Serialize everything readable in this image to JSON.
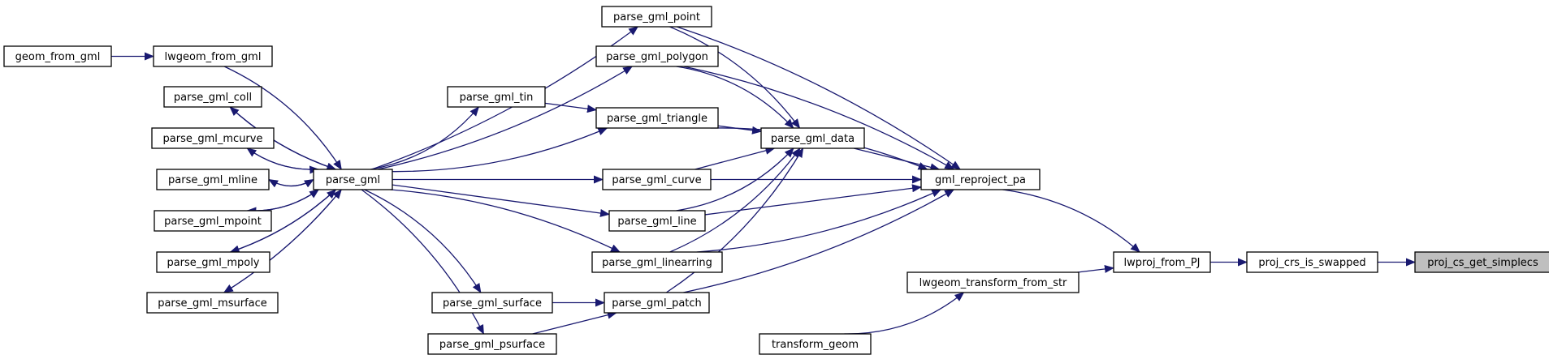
{
  "nodes": [
    {
      "id": "proj_cs_get_simplecs",
      "label": "proj_cs_get_simplecs",
      "highlight": true
    },
    {
      "id": "proj_crs_is_swapped",
      "label": "proj_crs_is_swapped"
    },
    {
      "id": "lwproj_from_PJ",
      "label": "lwproj_from_PJ"
    },
    {
      "id": "gml_reproject_pa",
      "label": "gml_reproject_pa"
    },
    {
      "id": "lwgeom_transform_from_str",
      "label": "lwgeom_transform_from_str"
    },
    {
      "id": "transform_geom",
      "label": "transform_geom"
    },
    {
      "id": "parse_gml_point",
      "label": "parse_gml_point"
    },
    {
      "id": "parse_gml_polygon",
      "label": "parse_gml_polygon"
    },
    {
      "id": "parse_gml_triangle",
      "label": "parse_gml_triangle"
    },
    {
      "id": "parse_gml_data",
      "label": "parse_gml_data"
    },
    {
      "id": "parse_gml_curve",
      "label": "parse_gml_curve"
    },
    {
      "id": "parse_gml_line",
      "label": "parse_gml_line"
    },
    {
      "id": "parse_gml_linearring",
      "label": "parse_gml_linearring"
    },
    {
      "id": "parse_gml_patch",
      "label": "parse_gml_patch"
    },
    {
      "id": "parse_gml_tin",
      "label": "parse_gml_tin"
    },
    {
      "id": "parse_gml",
      "label": "parse_gml"
    },
    {
      "id": "parse_gml_surface",
      "label": "parse_gml_surface"
    },
    {
      "id": "parse_gml_psurface",
      "label": "parse_gml_psurface"
    },
    {
      "id": "lwgeom_from_gml",
      "label": "lwgeom_from_gml"
    },
    {
      "id": "geom_from_gml",
      "label": "geom_from_gml"
    },
    {
      "id": "parse_gml_coll",
      "label": "parse_gml_coll"
    },
    {
      "id": "parse_gml_mcurve",
      "label": "parse_gml_mcurve"
    },
    {
      "id": "parse_gml_mline",
      "label": "parse_gml_mline"
    },
    {
      "id": "parse_gml_mpoint",
      "label": "parse_gml_mpoint"
    },
    {
      "id": "parse_gml_mpoly",
      "label": "parse_gml_mpoly"
    },
    {
      "id": "parse_gml_msurface",
      "label": "parse_gml_msurface"
    }
  ],
  "edges": [
    {
      "from": "proj_crs_is_swapped",
      "to": "proj_cs_get_simplecs"
    },
    {
      "from": "lwproj_from_PJ",
      "to": "proj_crs_is_swapped"
    },
    {
      "from": "gml_reproject_pa",
      "to": "lwproj_from_PJ"
    },
    {
      "from": "lwgeom_transform_from_str",
      "to": "lwproj_from_PJ"
    },
    {
      "from": "transform_geom",
      "to": "lwgeom_transform_from_str"
    },
    {
      "from": "parse_gml_point",
      "to": "gml_reproject_pa"
    },
    {
      "from": "parse_gml_polygon",
      "to": "gml_reproject_pa"
    },
    {
      "from": "parse_gml_triangle",
      "to": "gml_reproject_pa"
    },
    {
      "from": "parse_gml_data",
      "to": "gml_reproject_pa"
    },
    {
      "from": "parse_gml_curve",
      "to": "gml_reproject_pa"
    },
    {
      "from": "parse_gml_line",
      "to": "gml_reproject_pa"
    },
    {
      "from": "parse_gml_linearring",
      "to": "gml_reproject_pa"
    },
    {
      "from": "parse_gml_patch",
      "to": "gml_reproject_pa"
    },
    {
      "from": "parse_gml_point",
      "to": "parse_gml_data"
    },
    {
      "from": "parse_gml_polygon",
      "to": "parse_gml_data"
    },
    {
      "from": "parse_gml_triangle",
      "to": "parse_gml_data"
    },
    {
      "from": "parse_gml_curve",
      "to": "parse_gml_data"
    },
    {
      "from": "parse_gml_line",
      "to": "parse_gml_data"
    },
    {
      "from": "parse_gml_linearring",
      "to": "parse_gml_data"
    },
    {
      "from": "parse_gml_patch",
      "to": "parse_gml_data"
    },
    {
      "from": "parse_gml_tin",
      "to": "parse_gml_triangle"
    },
    {
      "from": "parse_gml_surface",
      "to": "parse_gml_patch"
    },
    {
      "from": "parse_gml_psurface",
      "to": "parse_gml_patch"
    },
    {
      "from": "parse_gml",
      "to": "parse_gml_point"
    },
    {
      "from": "parse_gml",
      "to": "parse_gml_polygon"
    },
    {
      "from": "parse_gml",
      "to": "parse_gml_tin"
    },
    {
      "from": "parse_gml",
      "to": "parse_gml_triangle"
    },
    {
      "from": "parse_gml",
      "to": "parse_gml_curve"
    },
    {
      "from": "parse_gml",
      "to": "parse_gml_line"
    },
    {
      "from": "parse_gml",
      "to": "parse_gml_linearring"
    },
    {
      "from": "parse_gml",
      "to": "parse_gml_surface"
    },
    {
      "from": "parse_gml",
      "to": "parse_gml_psurface"
    },
    {
      "from": "lwgeom_from_gml",
      "to": "parse_gml"
    },
    {
      "from": "geom_from_gml",
      "to": "lwgeom_from_gml"
    },
    {
      "from": "parse_gml_coll",
      "to": "parse_gml"
    },
    {
      "from": "parse_gml",
      "to": "parse_gml_coll"
    },
    {
      "from": "parse_gml_mcurve",
      "to": "parse_gml"
    },
    {
      "from": "parse_gml",
      "to": "parse_gml_mcurve"
    },
    {
      "from": "parse_gml_mline",
      "to": "parse_gml"
    },
    {
      "from": "parse_gml",
      "to": "parse_gml_mline"
    },
    {
      "from": "parse_gml_mpoint",
      "to": "parse_gml"
    },
    {
      "from": "parse_gml",
      "to": "parse_gml_mpoint"
    },
    {
      "from": "parse_gml_mpoly",
      "to": "parse_gml"
    },
    {
      "from": "parse_gml",
      "to": "parse_gml_mpoly"
    },
    {
      "from": "parse_gml_msurface",
      "to": "parse_gml"
    },
    {
      "from": "parse_gml",
      "to": "parse_gml_msurface"
    }
  ],
  "colors": {
    "edge": "#191970",
    "highlight_fill": "#bfbfbf",
    "node_border": "#000000"
  }
}
